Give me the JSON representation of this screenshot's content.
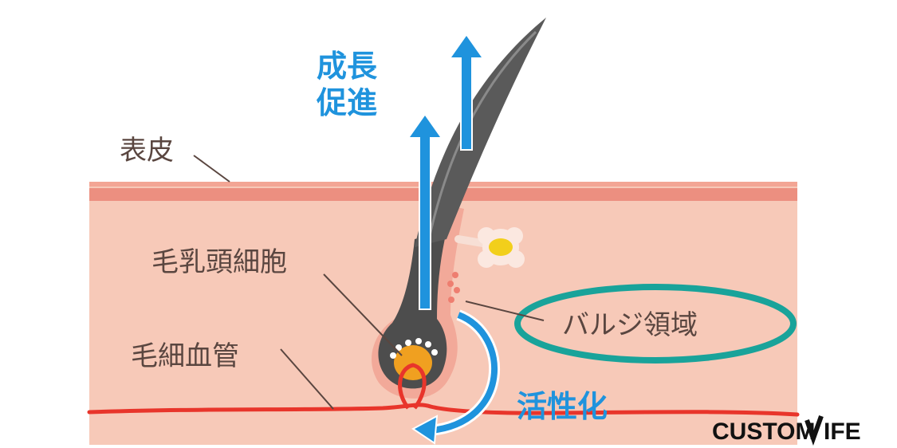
{
  "labels": {
    "epidermis": "表皮",
    "dermal_papilla": "毛乳頭細胞",
    "capillary": "毛細血管",
    "bulge_region": "バルジ領域",
    "growth_promotion_line1": "成長",
    "growth_promotion_line2": "促進",
    "activation": "活性化"
  },
  "brand": {
    "part1": "CUSTOM",
    "part2": "IFE"
  },
  "colors": {
    "skin": "#f7c9b8",
    "epidermis_band": "#ec8f80",
    "arrow_blue": "#1f93dd",
    "vessel_red": "#e8352b",
    "bulge_ring": "#19a39a",
    "hair": "#555555",
    "papilla": "#f0a020",
    "label_text": "#5a4640"
  },
  "icons": [
    "hair-strand-icon",
    "sebaceous-gland-icon",
    "rotation-arrow-icon"
  ]
}
